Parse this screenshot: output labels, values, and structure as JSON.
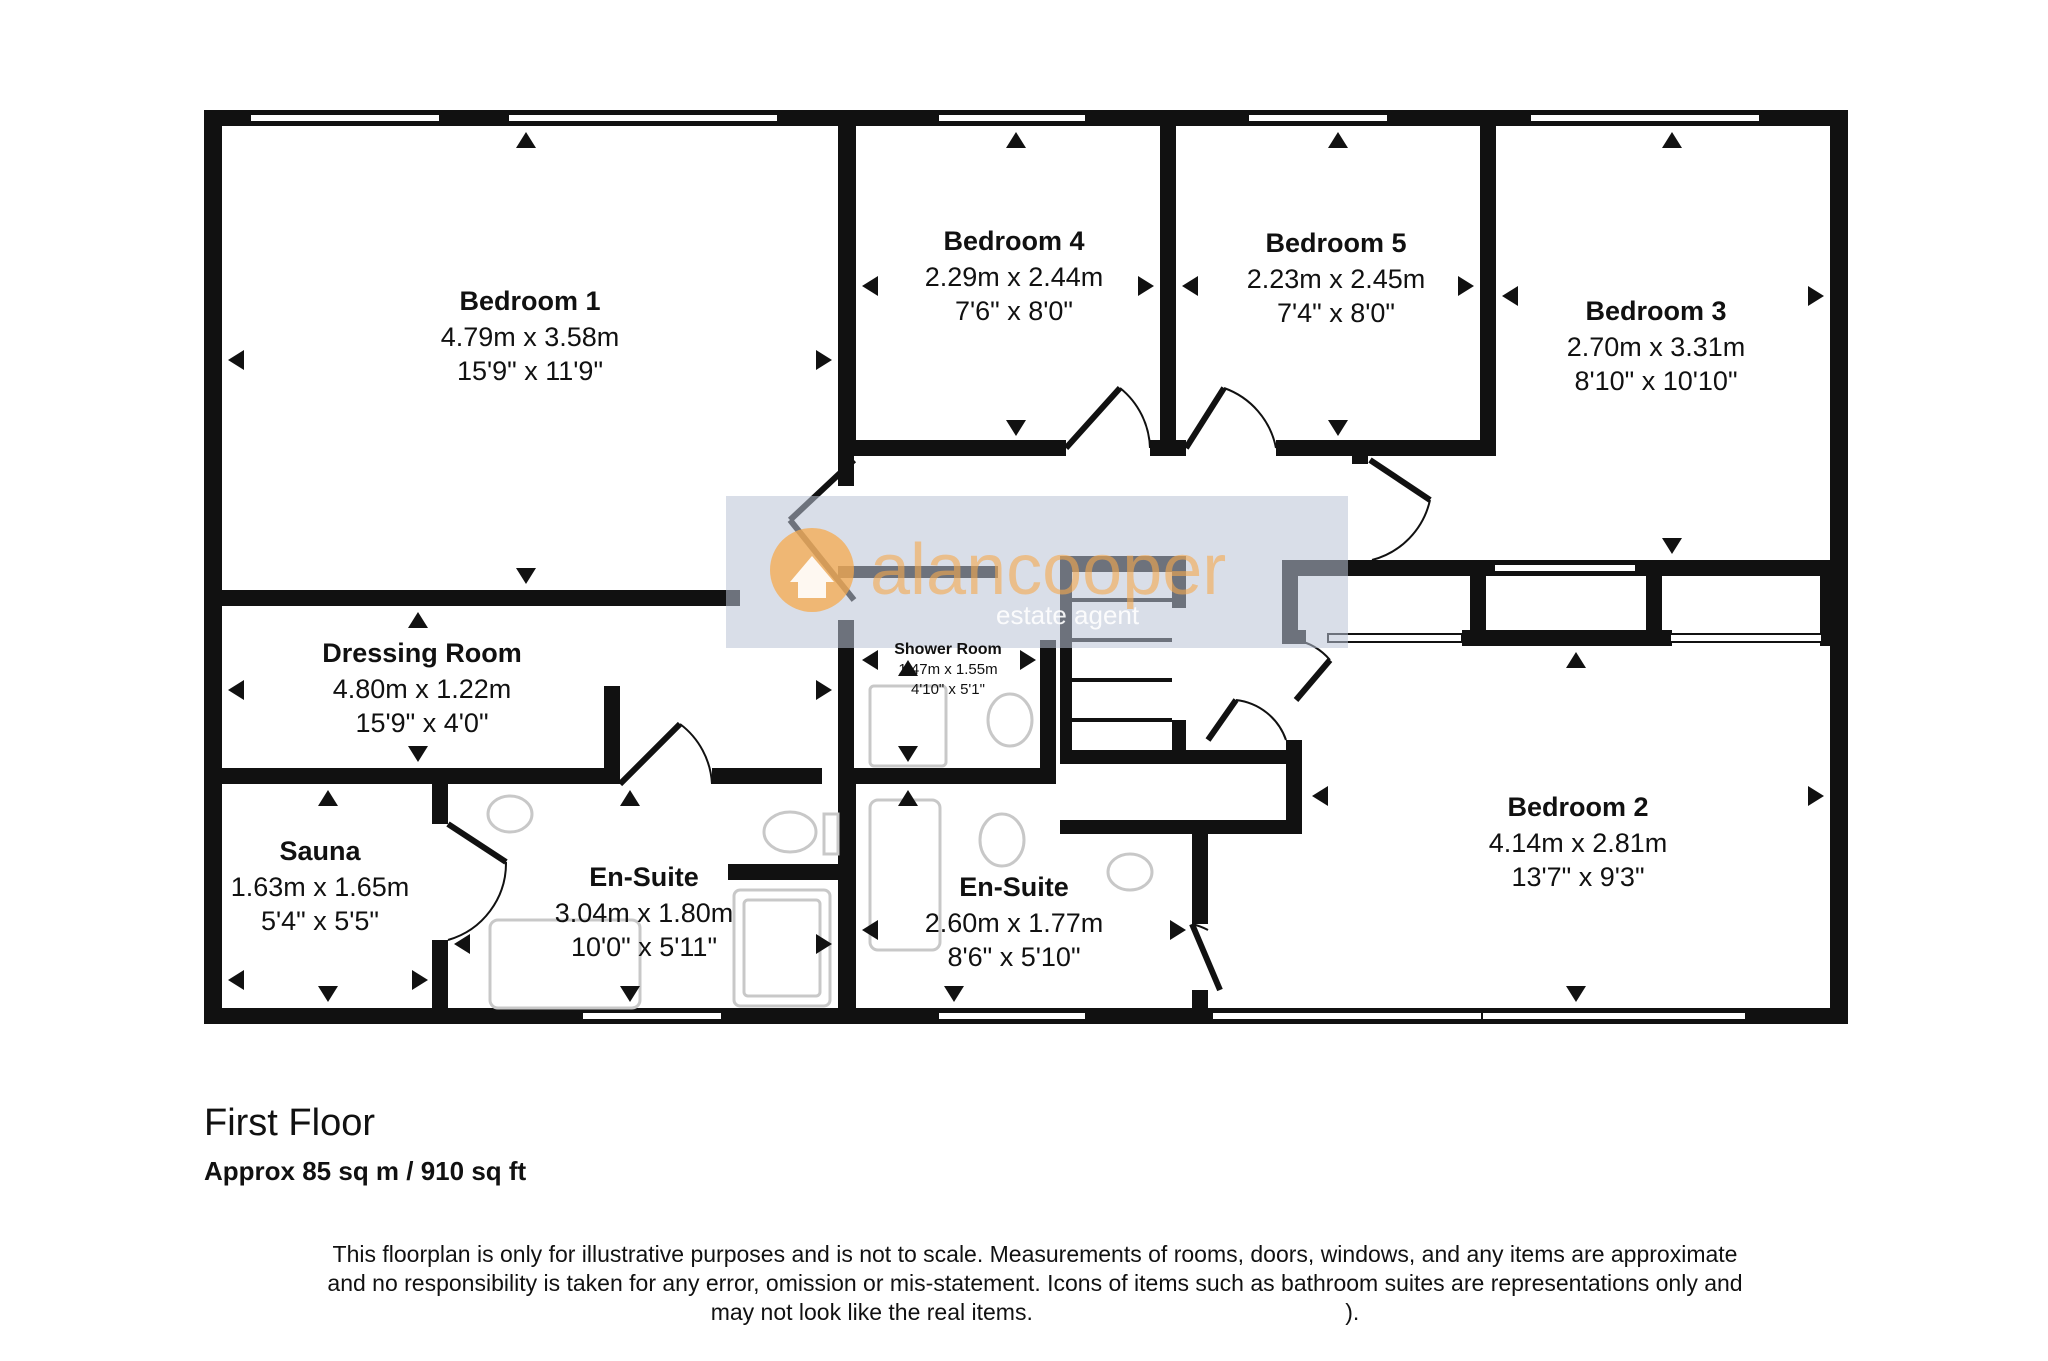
{
  "rooms": [
    {
      "id": "bedroom-1",
      "name": "Bedroom 1",
      "metric": "4.79m x 3.58m",
      "imperial": "15'9\" x 11'9\""
    },
    {
      "id": "bedroom-4",
      "name": "Bedroom 4",
      "metric": "2.29m x 2.44m",
      "imperial": "7'6\" x 8'0\""
    },
    {
      "id": "bedroom-5",
      "name": "Bedroom 5",
      "metric": "2.23m x 2.45m",
      "imperial": "7'4\" x 8'0\""
    },
    {
      "id": "bedroom-3",
      "name": "Bedroom 3",
      "metric": "2.70m x 3.31m",
      "imperial": "8'10\" x 10'10\""
    },
    {
      "id": "dressing-room",
      "name": "Dressing Room",
      "metric": "4.80m x 1.22m",
      "imperial": "15'9\" x 4'0\""
    },
    {
      "id": "shower-room",
      "name": "Shower Room",
      "metric": "1.47m x 1.55m",
      "imperial": "4'10\" x 5'1\""
    },
    {
      "id": "sauna",
      "name": "Sauna",
      "metric": "1.63m x 1.65m",
      "imperial": "5'4\" x 5'5\""
    },
    {
      "id": "en-suite-1",
      "name": "En-Suite",
      "metric": "3.04m x 1.80m",
      "imperial": "10'0\" x 5'11\""
    },
    {
      "id": "en-suite-2",
      "name": "En-Suite",
      "metric": "2.60m x 1.77m",
      "imperial": "8'6\" x 5'10\""
    },
    {
      "id": "bedroom-2",
      "name": "Bedroom 2",
      "metric": "4.14m x 2.81m",
      "imperial": "13'7\" x 9'3\""
    }
  ],
  "watermark": {
    "brand": "alancooper",
    "tagline": "estate agent",
    "color": "#f6a94e",
    "band_color": "#b9c3d6"
  },
  "floor": {
    "title": "First Floor",
    "area": "Approx 85 sq m / 910 sq ft"
  },
  "disclaimer": {
    "line1": "This floorplan is only for illustrative purposes and is not to scale. Measurements of rooms, doors, windows, and any items are approximate",
    "line2": "and no responsibility is taken for any error, omission or mis-statement. Icons of items such as bathroom suites are representations only and",
    "line3": "may not look like the real items.",
    "line3_tail": ")."
  },
  "colors": {
    "wall": "#111111",
    "fixture": "#c8c8c8"
  }
}
